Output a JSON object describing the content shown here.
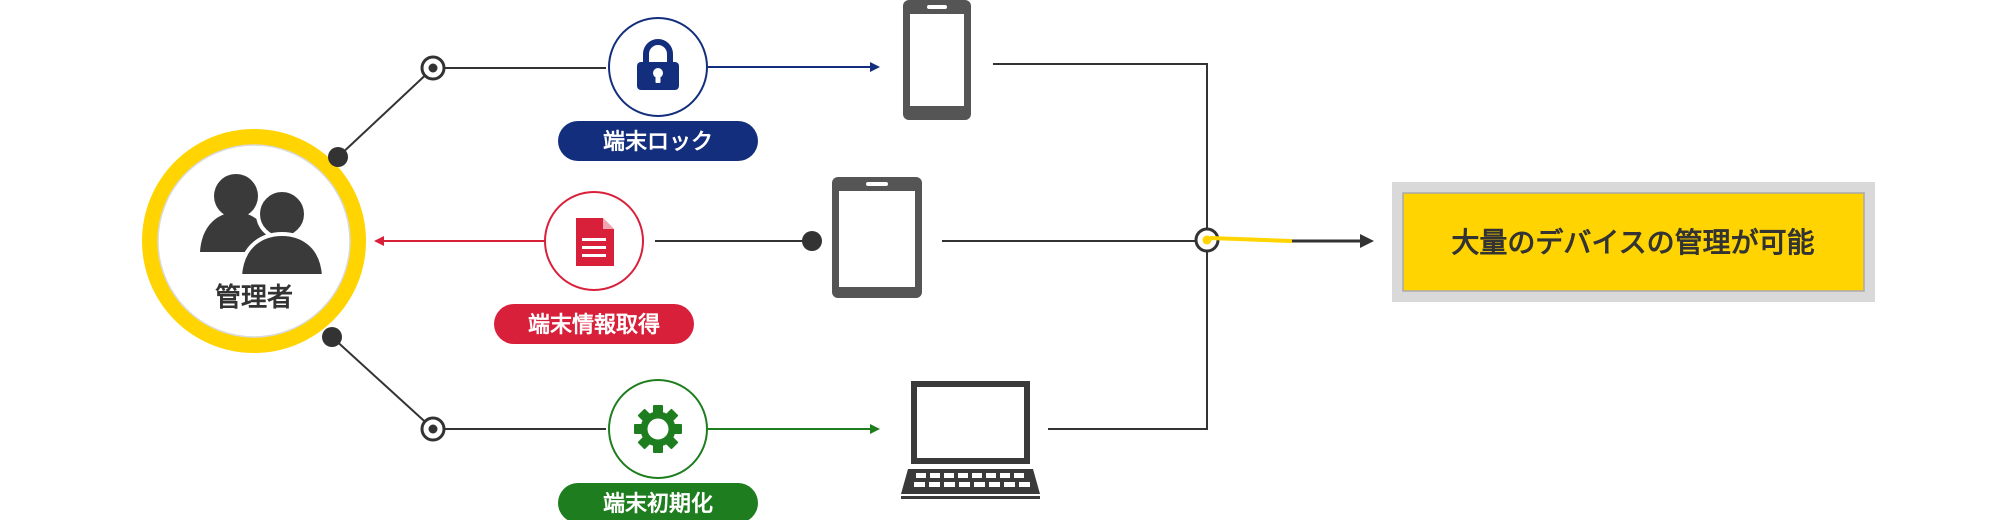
{
  "admin": {
    "label": "管理者"
  },
  "functions": [
    {
      "label": "端末ロック",
      "color": "#132E7C",
      "icon": "lock-icon"
    },
    {
      "label": "端末情報取得",
      "color": "#D9203A",
      "icon": "document-icon"
    },
    {
      "label": "端末初期化",
      "color": "#1E7D1E",
      "icon": "gear-icon"
    }
  ],
  "devices": [
    "smartphone-icon",
    "tablet-icon",
    "laptop-icon"
  ],
  "result": {
    "label": "大量のデバイスの管理が可能"
  },
  "colors": {
    "accent_yellow": "#FFD400",
    "line_gray": "#333333",
    "device_gray": "#555555",
    "result_border": "#D9D9D9"
  }
}
